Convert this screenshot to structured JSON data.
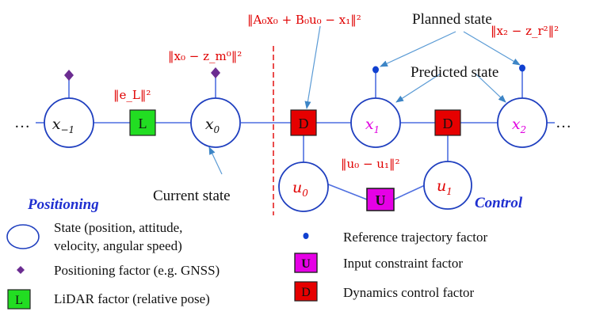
{
  "nodes": {
    "x_minus_1": {
      "base": "x",
      "sub": "−1"
    },
    "x0": {
      "base": "x",
      "sub": "0"
    },
    "x1": {
      "base": "x",
      "sub": "1"
    },
    "x2": {
      "base": "x",
      "sub": "2"
    },
    "u0": {
      "base": "u",
      "sub": "0"
    },
    "u1": {
      "base": "u",
      "sub": "1"
    }
  },
  "ellipsis": "…",
  "factors": {
    "lidar": "L",
    "dynamics": "D",
    "input": "U"
  },
  "costs": {
    "lidar": "‖e_L‖²",
    "prior": "‖x₀ − z_m⁰‖²",
    "dynamics": "‖A₀x₀ + B₀u₀ − x₁‖²",
    "reference": "‖x₂ − z_r²‖²",
    "input": "‖u₀ − u₁‖²"
  },
  "annotations": {
    "planned_state": "Planned state",
    "predicted_state": "Predicted state",
    "current_state": "Current state"
  },
  "sections": {
    "positioning": "Positioning",
    "control": "Control"
  },
  "legend": {
    "state_line1": "State (position, attitude,",
    "state_line2": "velocity, angular speed)",
    "positioning": "Positioning factor (e.g. GNSS)",
    "lidar": "LiDAR factor (relative pose)",
    "reference": "Reference trajectory factor",
    "input": "Input constraint factor",
    "dynamics": "Dynamics control factor",
    "lidar_symbol": "L",
    "input_symbol": "U",
    "dynamics_symbol": "D"
  },
  "colors": {
    "node_stroke": "#1f3fbf",
    "edge": "#4f6fe0",
    "arrow": "#5b9bd5",
    "cost_text": "#e00000",
    "lidar_fill": "#22dd22",
    "dynamics_fill": "#e60000",
    "input_fill": "#e600e6",
    "positioning_factor": "#6b2c91",
    "reference_factor": "#1040d0",
    "section_label": "#1f2fd0",
    "future_state_label": "#e000e0",
    "control_node_label": "#e00000",
    "divider": "#e00000"
  }
}
